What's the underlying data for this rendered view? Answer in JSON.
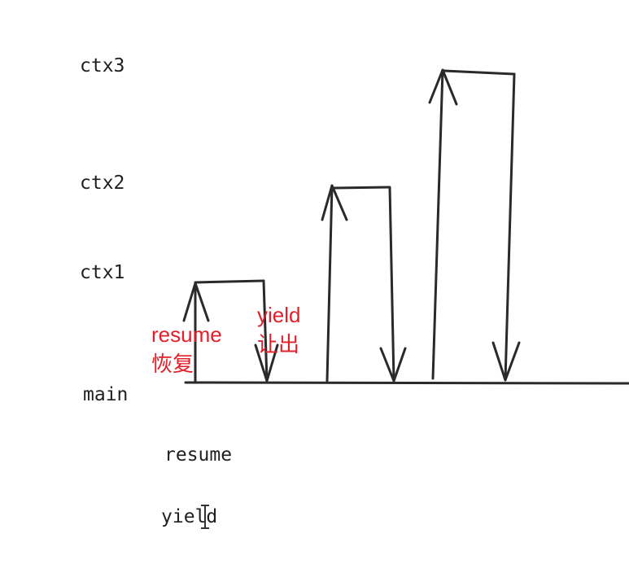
{
  "levels": {
    "ctx3": "ctx3",
    "ctx2": "ctx2",
    "ctx1": "ctx1",
    "main": "main"
  },
  "legend": {
    "resume": "resume",
    "yield": "yield"
  },
  "annotations": {
    "resume_en": "resume",
    "resume_zh": "恢复",
    "yield_en": "yield",
    "yield_zh": "让出"
  },
  "colors": {
    "stroke": "#2a2a2a",
    "text": "#1f1f1f",
    "annotation": "#e0202a"
  }
}
